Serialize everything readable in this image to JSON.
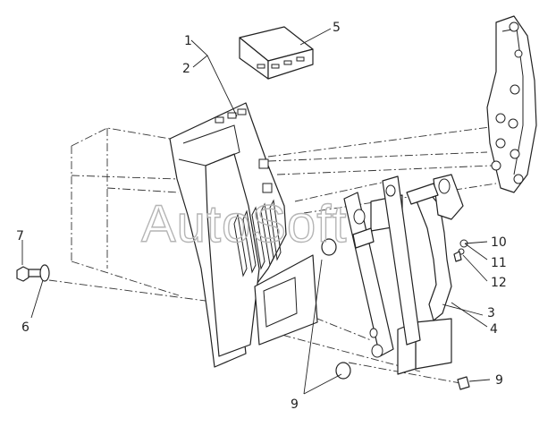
{
  "watermark": "AutoSoft",
  "callouts": {
    "c1": "1",
    "c2": "2",
    "c3": "3",
    "c4": "4",
    "c5": "5",
    "c6": "6",
    "c7": "7",
    "c8": "9",
    "c9a": "9",
    "c10": "10",
    "c11": "11",
    "c12": "12"
  }
}
